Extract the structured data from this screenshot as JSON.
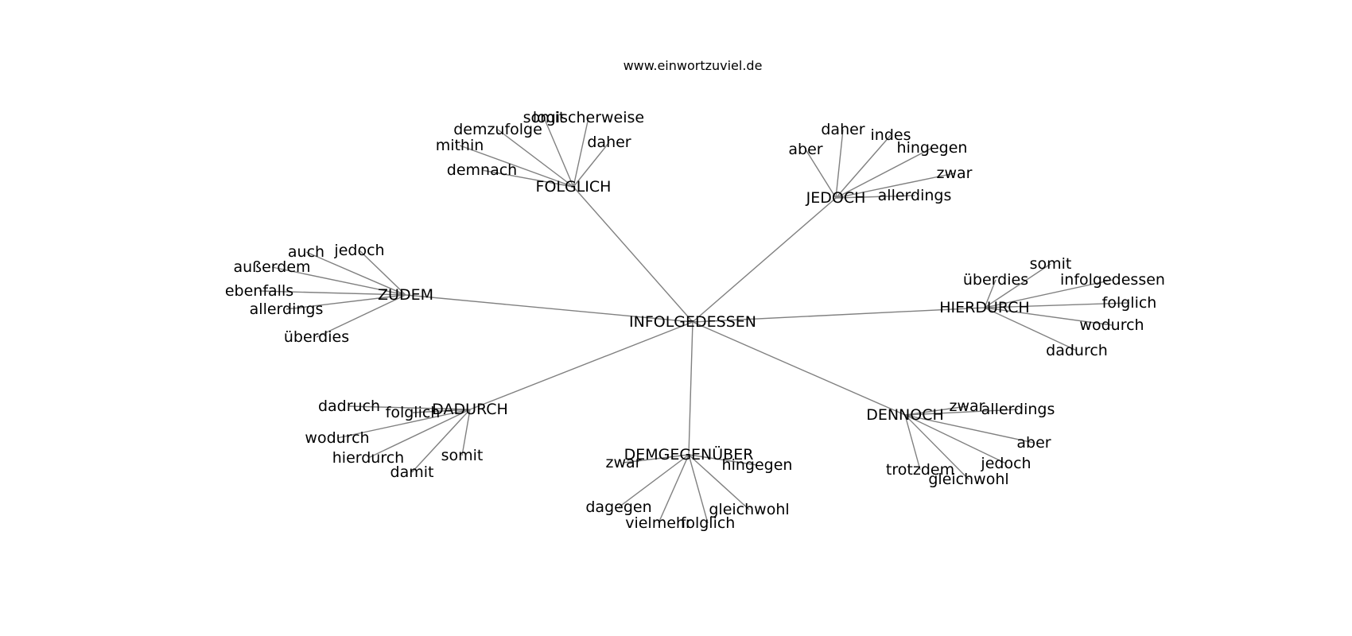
{
  "source": "www.einwortzuviel.de",
  "center": "INFOLGEDESSEN",
  "groups": [
    {
      "label": "FOLGLICH",
      "words": [
        "demnach",
        "mithin",
        "demzufolge",
        "somit",
        "logischerweise",
        "daher"
      ]
    },
    {
      "label": "JEDOCH",
      "words": [
        "aber",
        "daher",
        "indes",
        "hingegen",
        "zwar",
        "allerdings"
      ]
    },
    {
      "label": "ZUDEM",
      "words": [
        "auch",
        "jedoch",
        "außerdem",
        "ebenfalls",
        "allerdings",
        "überdies"
      ]
    },
    {
      "label": "HIERDURCH",
      "words": [
        "überdies",
        "somit",
        "infolgedessen",
        "folglich",
        "wodurch",
        "dadurch"
      ]
    },
    {
      "label": "DADURCH",
      "words": [
        "dadruch",
        "folglich",
        "wodurch",
        "hierdurch",
        "damit",
        "somit"
      ]
    },
    {
      "label": "DEMGEGENÜBER",
      "words": [
        "zwar",
        "hingegen",
        "dagegen",
        "vielmehr",
        "folglich",
        "gleichwohl"
      ]
    },
    {
      "label": "DENNOCH",
      "words": [
        "zwar",
        "allerdings",
        "aber",
        "jedoch",
        "trotzdem",
        "gleichwohl"
      ]
    }
  ]
}
